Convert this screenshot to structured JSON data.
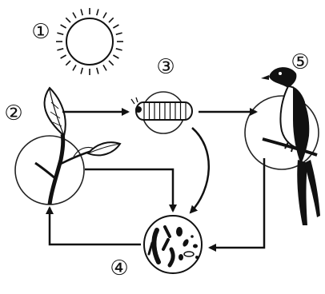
{
  "nodes": [
    {
      "id": "sun",
      "label": "①",
      "icon": "sun-icon"
    },
    {
      "id": "plant",
      "label": "②",
      "icon": "plant-icon"
    },
    {
      "id": "caterpillar",
      "label": "③",
      "icon": "caterpillar-icon"
    },
    {
      "id": "decomposers",
      "label": "④",
      "icon": "bacteria-icon"
    },
    {
      "id": "bird",
      "label": "⑤",
      "icon": "bird-icon"
    }
  ],
  "edges": [
    {
      "from": "plant",
      "to": "caterpillar"
    },
    {
      "from": "caterpillar",
      "to": "bird"
    },
    {
      "from": "caterpillar",
      "to": "decomposers"
    },
    {
      "from": "plant",
      "to": "decomposers"
    },
    {
      "from": "bird",
      "to": "decomposers"
    },
    {
      "from": "decomposers",
      "to": "plant"
    }
  ]
}
